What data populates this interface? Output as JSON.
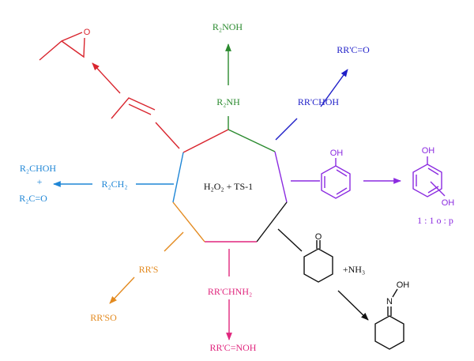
{
  "center": {
    "label": "H₂O₂ + TS-1"
  },
  "colors": {
    "red": "#d9252e",
    "green": "#2a8a2e",
    "blue": "#1f1fc8",
    "lightblue": "#1f86d6",
    "purple": "#8b2be0",
    "orange": "#e38a1f",
    "pink": "#e0277e",
    "black": "#111111"
  },
  "branches": {
    "epoxidation": {
      "oxygen_atom": "O"
    },
    "amine": {
      "reactant": "R₂NH",
      "product": "R₂NOH"
    },
    "alcohol": {
      "reactant": "RR'CHOH",
      "product": "RR'C=O"
    },
    "alkane": {
      "reactant": "R₂CH₂",
      "product_1": "R₂CHOH",
      "plus": "+",
      "product_2": "R₂C=O"
    },
    "phenol": {
      "reactant_oh": "OH",
      "product_oh_top": "OH",
      "product_oh_sub": "OH",
      "ratio": "1 : 1 o : p"
    },
    "ammoximation": {
      "ketone_o": "O",
      "reagent": "+NH₃",
      "oxime_n": "N",
      "oxime_oh": "OH"
    },
    "sulfide": {
      "reactant": "RR'S",
      "product": "RR'SO"
    },
    "primary_amine": {
      "reactant": "RR'CHNH₂",
      "product": "RR'C=NOH"
    }
  }
}
